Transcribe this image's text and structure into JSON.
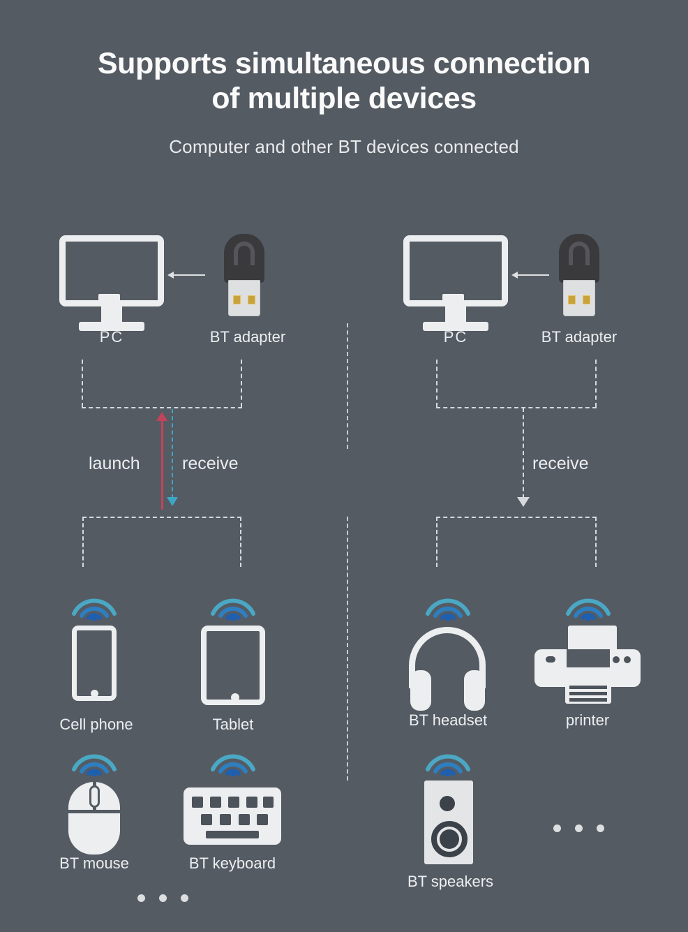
{
  "page": {
    "background_color": "#555b63",
    "title": "Supports simultaneous connection of multiple devices",
    "title_line1": "Supports simultaneous connection",
    "title_line2": "of multiple devices",
    "subtitle": "Computer and other BT devices connected"
  },
  "colors": {
    "background": "#555b63",
    "icon_light": "#eceef0",
    "dashed_line": "#d7d9dc",
    "launch_arrow": "#c1445a",
    "receive_arrow_blue": "#3ba7c4",
    "wifi_outer": "#4aa8c4",
    "wifi_mid": "#2d7fc0",
    "wifi_inner": "#1f5fb0",
    "dongle_body": "#3a3a3c",
    "dongle_plug": "#dedfe1",
    "dongle_pin": "#c8a23c"
  },
  "left_group": {
    "source": {
      "pc_label": "PC",
      "adapter_label": "BT adapter",
      "connection_arrow": "arrow-left-icon"
    },
    "flow_labels": [
      {
        "text": "launch",
        "direction": "up",
        "color": "#c1445a"
      },
      {
        "text": "receive",
        "direction": "down",
        "color": "#3ba7c4"
      }
    ],
    "devices": [
      {
        "label": "Cell phone",
        "icon": "cell-phone-icon"
      },
      {
        "label": "Tablet",
        "icon": "tablet-icon"
      },
      {
        "label": "BT mouse",
        "icon": "mouse-icon"
      },
      {
        "label": "BT keyboard",
        "icon": "keyboard-icon"
      }
    ],
    "more_indicator": "ellipsis-dots"
  },
  "right_group": {
    "source": {
      "pc_label": "PC",
      "adapter_label": "BT adapter",
      "connection_arrow": "arrow-left-icon"
    },
    "flow_labels": [
      {
        "text": "receive",
        "direction": "down",
        "color": "#d7d9dc"
      }
    ],
    "devices": [
      {
        "label": "BT headset",
        "icon": "headset-icon"
      },
      {
        "label": "printer",
        "icon": "printer-icon"
      },
      {
        "label": "BT speakers",
        "icon": "speaker-icon"
      }
    ],
    "more_indicator": "ellipsis-dots"
  }
}
